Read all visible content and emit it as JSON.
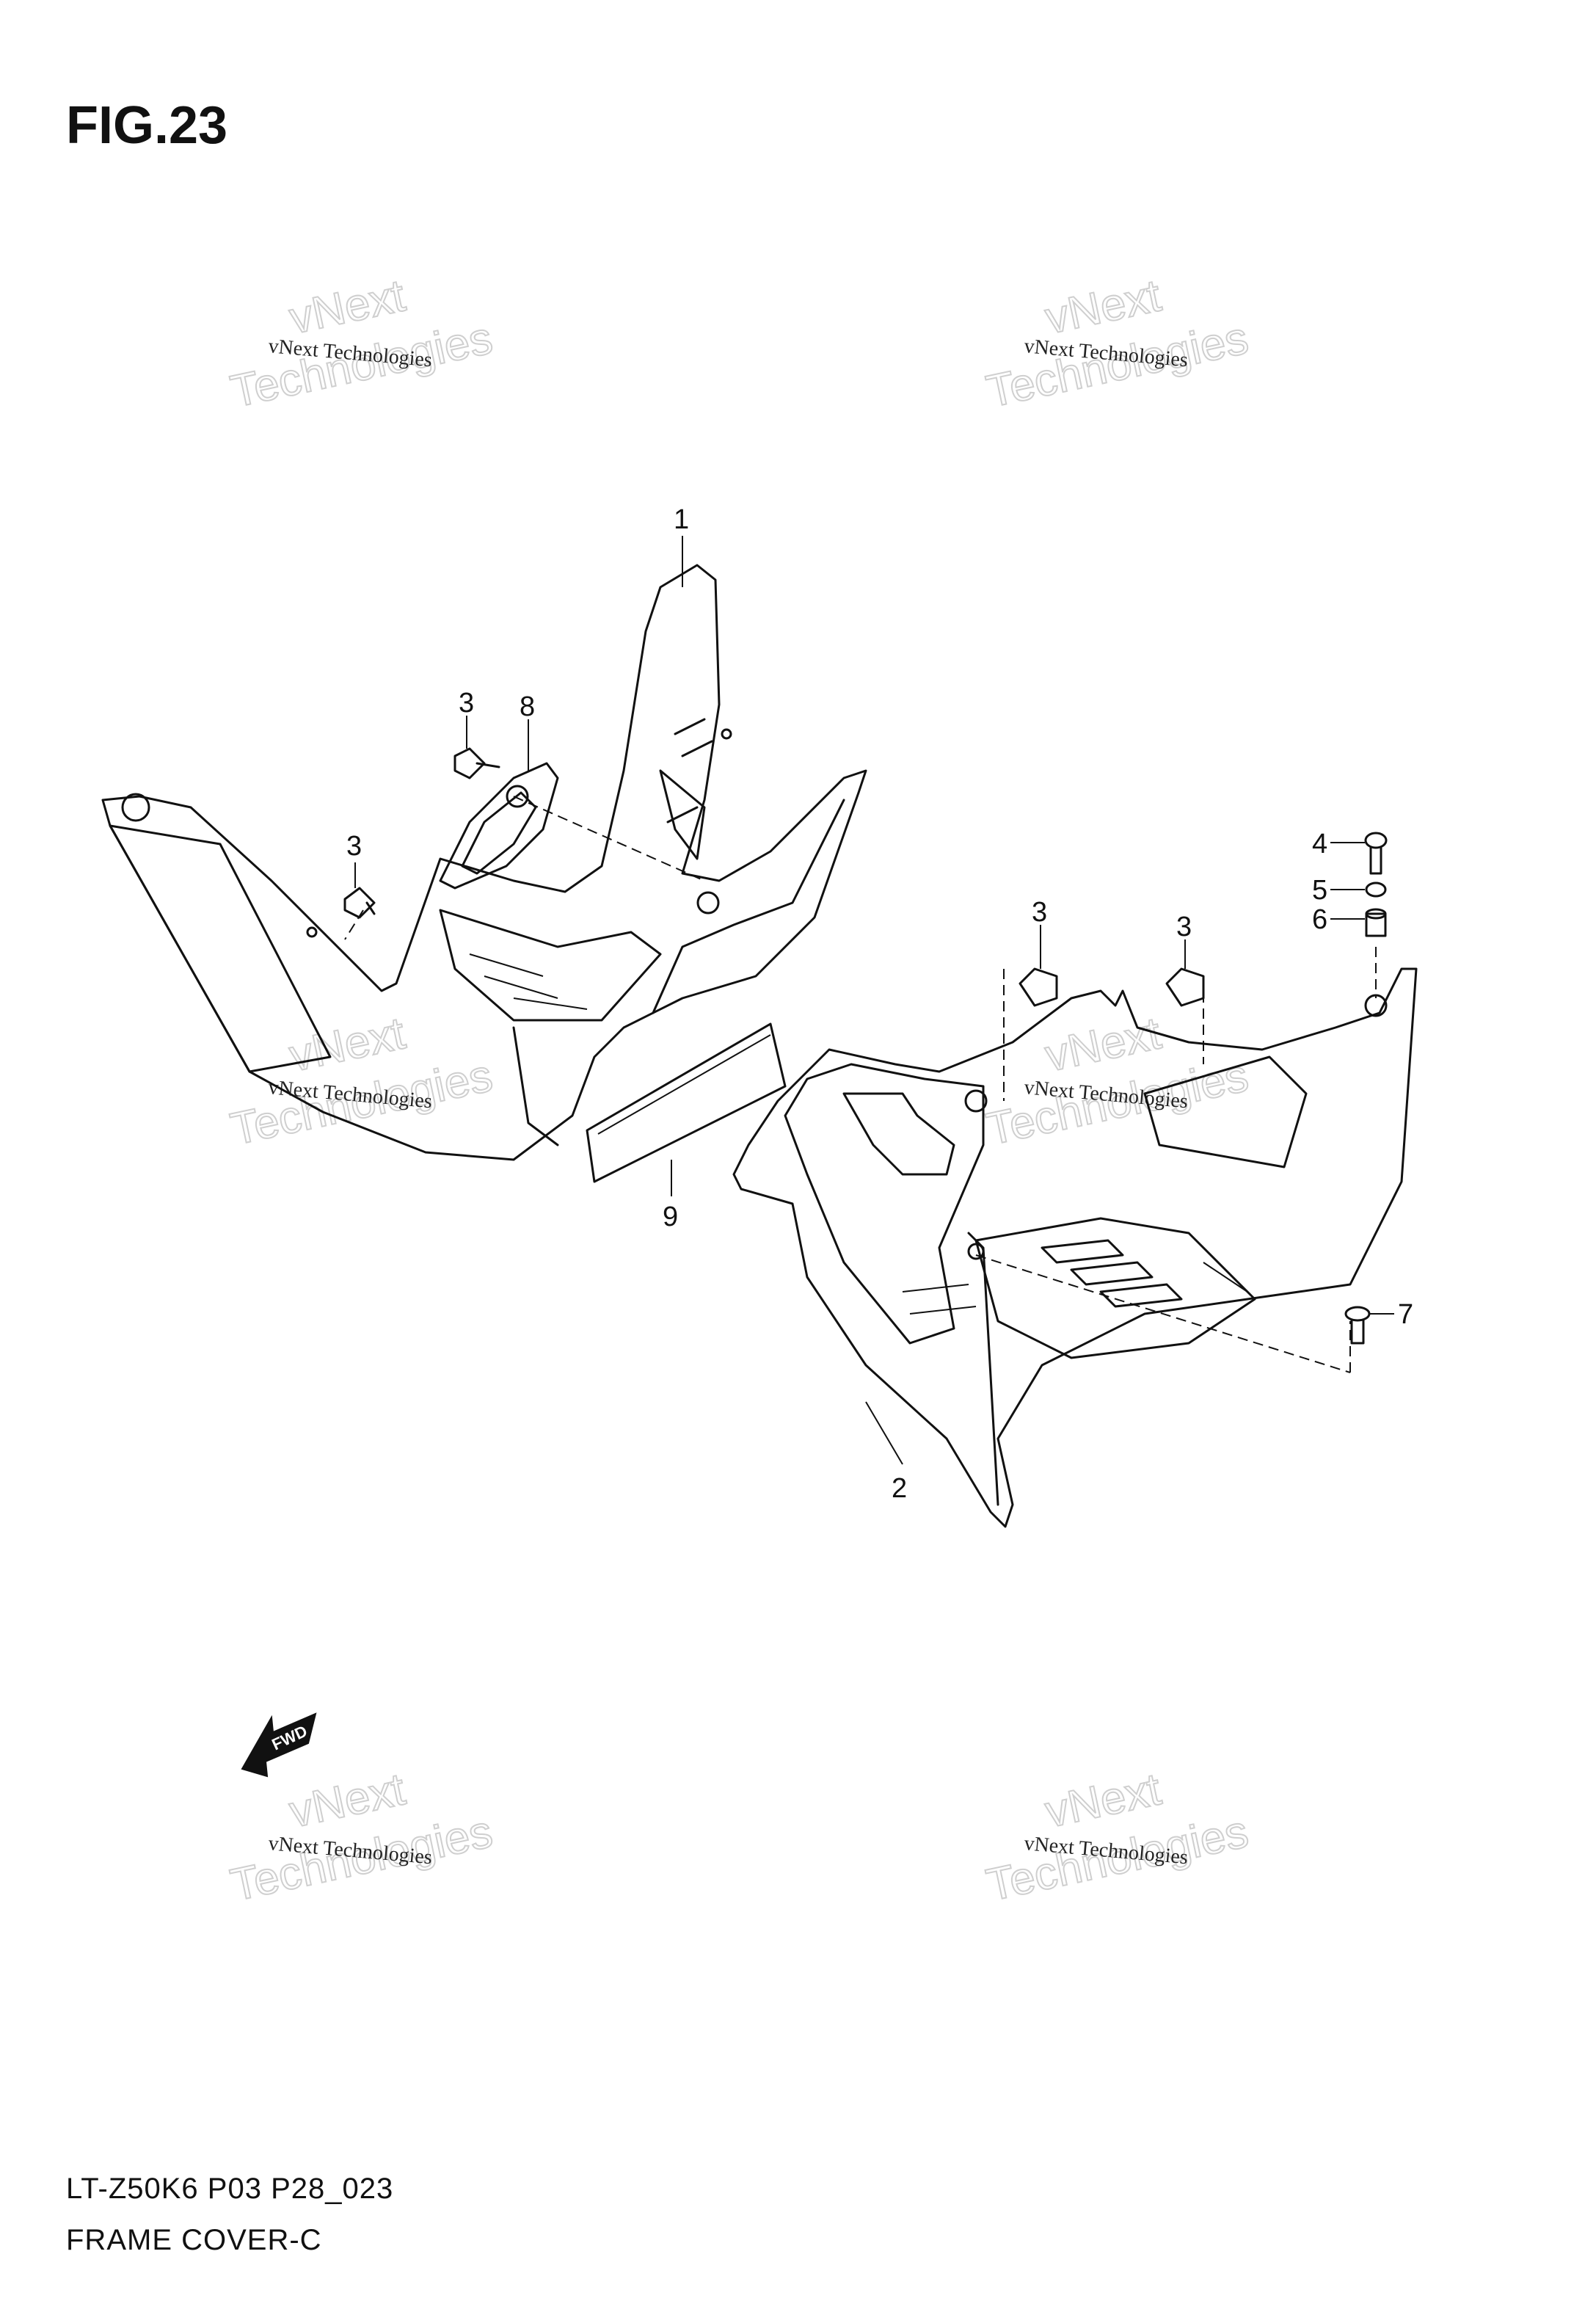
{
  "figure": {
    "title": "FIG.23",
    "model_code": "LT-Z50K6 P03 P28_023",
    "name": "FRAME COVER-C"
  },
  "watermark": {
    "small": "vNext Technologies",
    "big_top": "vNext",
    "big_bottom": "Technologies"
  },
  "fwd_arrow": {
    "label": "FWD"
  },
  "callouts": [
    "1",
    "2",
    "3",
    "3",
    "3",
    "3",
    "4",
    "5",
    "6",
    "7",
    "8",
    "9"
  ]
}
